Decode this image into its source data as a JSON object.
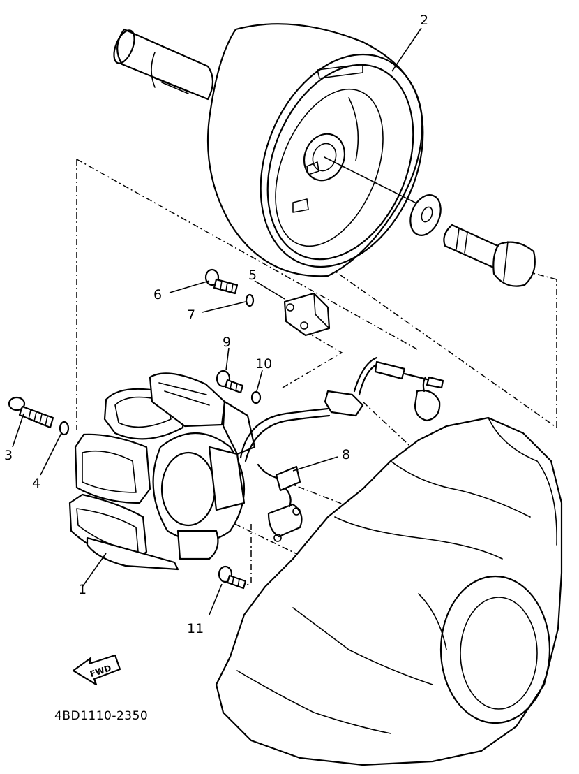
{
  "diagram": {
    "drawing_code": "4BD1110-2350",
    "direction_label": "FWD",
    "callouts": [
      {
        "id": "1",
        "text": "1",
        "part": "stator-assembly"
      },
      {
        "id": "2",
        "text": "2",
        "part": "rotor-flywheel"
      },
      {
        "id": "3",
        "text": "3",
        "part": "bolt"
      },
      {
        "id": "4",
        "text": "4",
        "part": "washer"
      },
      {
        "id": "5",
        "text": "5",
        "part": "clamp"
      },
      {
        "id": "6",
        "text": "6",
        "part": "screw"
      },
      {
        "id": "7",
        "text": "7",
        "part": "washer"
      },
      {
        "id": "8",
        "text": "8",
        "part": "pickup-coil"
      },
      {
        "id": "9",
        "text": "9",
        "part": "screw"
      },
      {
        "id": "10",
        "text": "10",
        "part": "washer"
      },
      {
        "id": "11",
        "text": "11",
        "part": "screw"
      }
    ]
  }
}
